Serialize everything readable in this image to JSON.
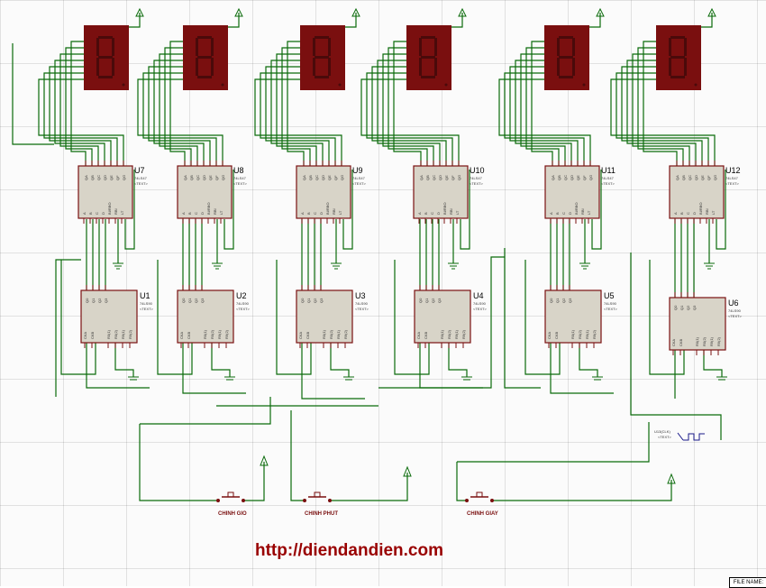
{
  "display_count": 6,
  "decoders": [
    {
      "ref": "U7",
      "part": "74LS47",
      "text": "<TEXT>"
    },
    {
      "ref": "U8",
      "part": "74LS47",
      "text": "<TEXT>"
    },
    {
      "ref": "U9",
      "part": "74LS47",
      "text": "<TEXT>"
    },
    {
      "ref": "U10",
      "part": "74LS47",
      "text": "<TEXT>"
    },
    {
      "ref": "U11",
      "part": "74LS47",
      "text": "<TEXT>"
    },
    {
      "ref": "U12",
      "part": "74LS47",
      "text": "<TEXT>"
    }
  ],
  "counters": [
    {
      "ref": "U1",
      "part": "74LS90",
      "text": "<TEXT>"
    },
    {
      "ref": "U2",
      "part": "74LS90",
      "text": "<TEXT>"
    },
    {
      "ref": "U3",
      "part": "74LS90",
      "text": "<TEXT>"
    },
    {
      "ref": "U4",
      "part": "74LS90",
      "text": "<TEXT>"
    },
    {
      "ref": "U5",
      "part": "74LS90",
      "text": "<TEXT>"
    },
    {
      "ref": "U6",
      "part": "74LS90",
      "text": "<TEXT>"
    }
  ],
  "decoder_pins": [
    "QA",
    "QB",
    "QC",
    "QD",
    "QE",
    "QF",
    "QG",
    "A",
    "B",
    "C",
    "D",
    "BI/RBO",
    "RBI",
    "LT"
  ],
  "counter_pins": [
    "Q0",
    "Q1",
    "Q2",
    "Q3",
    "CKA",
    "CKB",
    "R0(1)",
    "R0(2)",
    "R9(1)",
    "R9(2)"
  ],
  "clock": {
    "ref": "U13(CLK)",
    "text": "<TEXT>"
  },
  "buttons": [
    {
      "label": "CHINH GIO"
    },
    {
      "label": "CHINH PHUT"
    },
    {
      "label": "CHINH GIAY"
    }
  ],
  "footer_url": "http://diendandien.com",
  "file_name_label": "FILE NAME:",
  "colors": {
    "wire": "#0b6b0b",
    "chip": "#d8d4c8",
    "display": "#7a0f0f",
    "text_accent": "#990000"
  }
}
